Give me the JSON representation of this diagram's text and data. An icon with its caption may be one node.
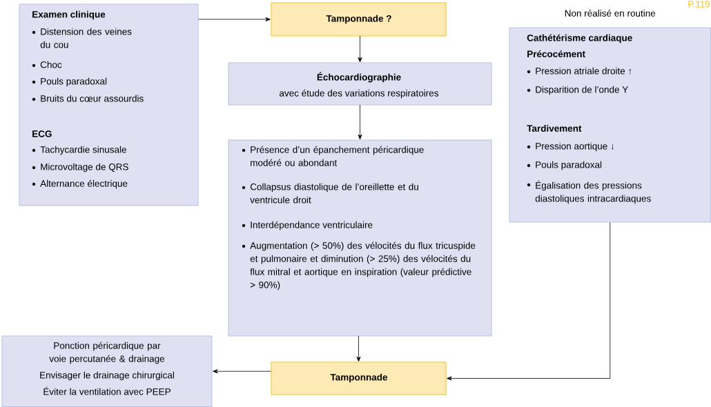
{
  "diagram": {
    "nodes": [
      {
        "text": [
          "Examen clinique",
          "Distension des veines du cou",
          "Choc",
          "Pouls paradoxal",
          "Bruits du cœur assourdis",
          "ECG",
          "Tachycardie sinusale",
          "Microvoltage de QRS",
          "Alternance électrique"
        ]
      },
      {
        "text": [
          "Tamponnade ?"
        ]
      },
      {
        "text": [
          "Échocardiographie",
          "avec étude des variations respiratoires"
        ]
      },
      {
        "text": [
          "Présence d’un épanchement péricardique modéré ou abondant",
          "Collapsus diastolique de l’oreillette et du ventricule droit",
          "Interdépendance ventriculaire",
          "Augmentation (> 50%) des vélocités du flux tricuspide et pulmonaire et diminution (> 25%) des vélocités du flux mitral et aortique en inspiration (valeur prédictive > 90%)"
        ]
      },
      {
        "text": [
          "Cathétérisme cardiaque",
          "Précocément",
          "Pression atriale droite ↑",
          "Disparition de l’onde Y",
          "Tardivement",
          "Pression aortique ↓",
          "Pouls paradoxal",
          "Égalisation des pressions diastoliques intracardiaques"
        ],
        "beside": [
          "Non réalisé en routine"
        ]
      },
      {
        "text": [
          "Tamponnade"
        ]
      },
      {
        "text": [
          "Ponction péricardique par voie percutanée & drainage",
          "Envisager le drainage chirurgical",
          "Éviter la ventilation avec PEEP"
        ]
      }
    ],
    "edges": [
      {
        "from": 0,
        "to": 1,
        "arrow": "to"
      },
      {
        "from": 1,
        "to": 2,
        "arrow": "to"
      },
      {
        "from": 2,
        "to": 3,
        "arrow": "to"
      },
      {
        "from": 3,
        "to": 5,
        "arrow": "to"
      },
      {
        "from": 4,
        "to": 5,
        "arrow": "to"
      },
      {
        "from": 5,
        "to": 6,
        "arrow": "to"
      }
    ],
    "labels": [
      "P.119"
    ]
  }
}
